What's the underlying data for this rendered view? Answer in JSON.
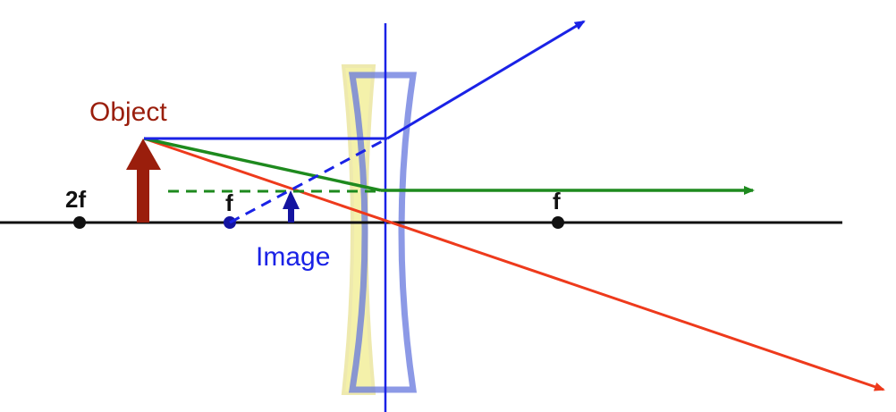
{
  "labels": {
    "object": "Object",
    "image": "Image",
    "two_f": "2f",
    "f_left": "f",
    "f_right": "f"
  },
  "colors": {
    "axis": "#111111",
    "object": "#9a1e0c",
    "image": "#1414a0",
    "ray_parallel": "#1a22e6",
    "ray_focal": "#1e8a1e",
    "ray_center": "#ee3a1c",
    "lens_yellow": "#f3ef9c",
    "lens_blue": "#6677dd",
    "marker": "#111111"
  },
  "lens": {
    "type": "diverging (concave)"
  }
}
